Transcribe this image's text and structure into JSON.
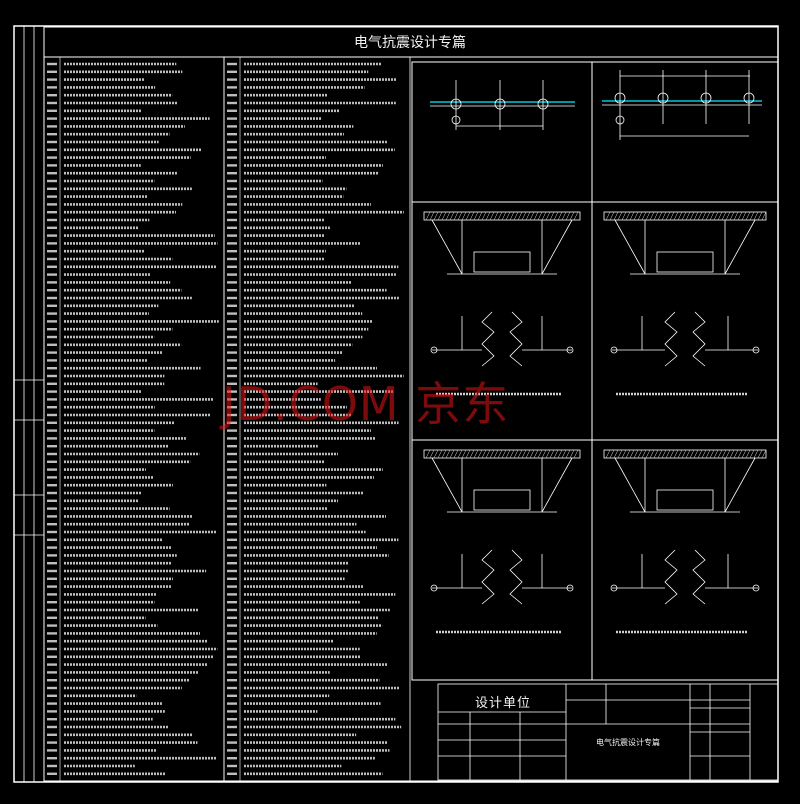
{
  "drawing": {
    "title": "电气抗震设计专篇",
    "title_block": {
      "company": "设计单位",
      "drawing_name": "电气抗震设计专篇"
    },
    "watermark": "JD.COM 京东"
  },
  "colors": {
    "background": "#000000",
    "lines": "#ffffff",
    "accent_cyan": "#00c8d8",
    "text": "#f2f2f2",
    "watermark": "#e01414"
  }
}
